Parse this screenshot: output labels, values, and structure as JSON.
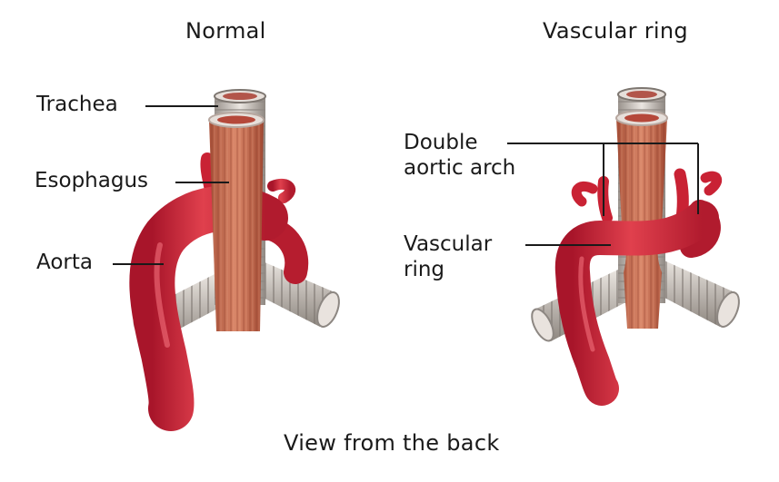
{
  "panels": {
    "left_title": "Normal",
    "right_title": "Vascular ring"
  },
  "labels": {
    "trachea": "Trachea",
    "esophagus": "Esophagus",
    "aorta": "Aorta",
    "double_aortic_arch_line1": "Double",
    "double_aortic_arch_line2": "aortic arch",
    "vascular_ring_line1": "Vascular",
    "vascular_ring_line2": "ring"
  },
  "caption": "View from the back",
  "colors": {
    "aorta": "#d6283a",
    "aorta_dark": "#a8152a",
    "esophagus": "#c66a4e",
    "esophagus_stripe": "#8f3f2c",
    "trachea": "#cfc9c4",
    "trachea_ring": "#8d8782"
  }
}
